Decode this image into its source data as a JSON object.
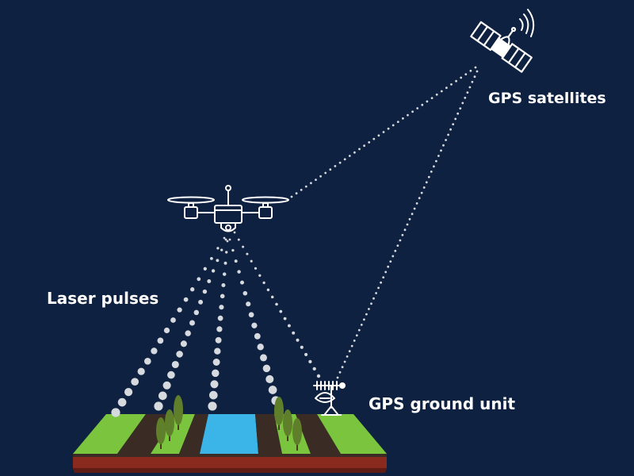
{
  "labels": {
    "gps_satellites": "GPS satellites",
    "laser_pulses": "Laser pulses",
    "gps_ground_unit": "GPS ground unit"
  },
  "colors": {
    "background": "#0f2140",
    "line_art": "#ffffff",
    "dots": "#d6d9de",
    "grass": "#7bc53e",
    "soil": "#3a2b24",
    "water": "#3bb5e8",
    "terrain_side": "#8a2a1f",
    "trees": "#5f7f2a"
  },
  "icons": [
    "satellite-icon",
    "drone-icon",
    "gps-ground-unit-icon",
    "tree-icon"
  ]
}
